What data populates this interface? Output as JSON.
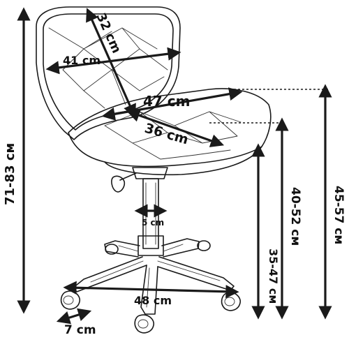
{
  "dimensions": {
    "backrest_height": "32 cm",
    "backrest_width": "41 cm",
    "seat_width": "47 cm",
    "seat_depth": "36 cm",
    "column_diameter": "5 cm",
    "base_diameter": "48 cm",
    "caster_size": "7 cm",
    "total_height": "71-83 см",
    "seat_height": "35-47 см",
    "seat_front_height": "40-52 см",
    "seat_back_height": "45-57 см"
  }
}
